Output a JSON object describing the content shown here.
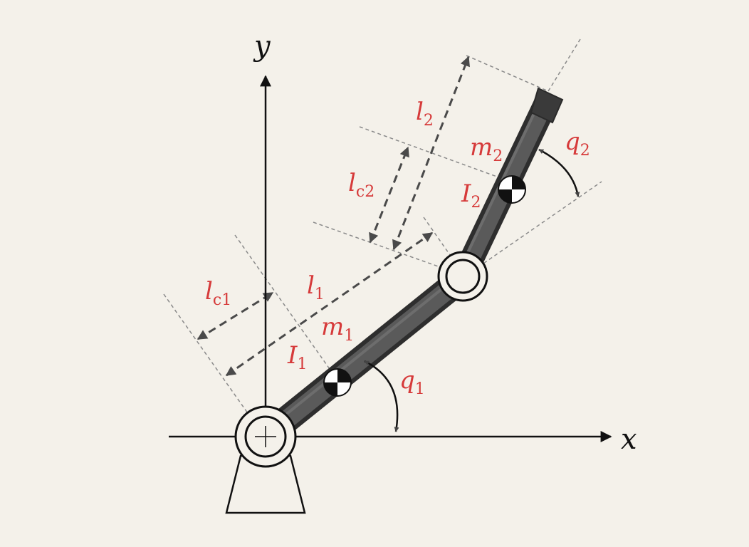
{
  "axes": {
    "x_label": "x",
    "y_label": "y"
  },
  "labels": {
    "l2": {
      "main": "l",
      "sub": "2"
    },
    "lc2": {
      "main": "l",
      "sub": "c2"
    },
    "l1": {
      "main": "l",
      "sub": "1"
    },
    "lc1": {
      "main": "l",
      "sub": "c1"
    },
    "m1": {
      "main": "m",
      "sub": "1"
    },
    "m2": {
      "main": "m",
      "sub": "2"
    },
    "I1": {
      "main": "I",
      "sub": "1"
    },
    "I2": {
      "main": "I",
      "sub": "2"
    },
    "q1": {
      "main": "q",
      "sub": "1"
    },
    "q2": {
      "main": "q",
      "sub": "2"
    }
  },
  "colors": {
    "background": "#f4f1ea",
    "label": "#d63a3a",
    "link": "#4a4a4a",
    "ink": "#111111",
    "guide": "#8a8a8a"
  }
}
